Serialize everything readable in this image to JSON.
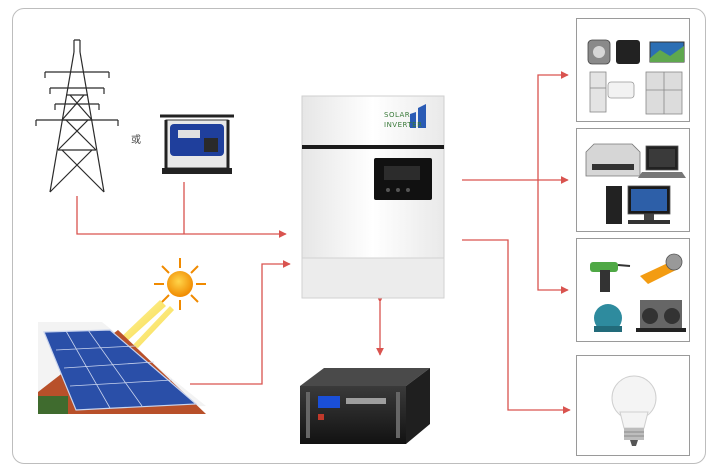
{
  "labels": {
    "or_char": "或",
    "brand_line1": "SOLAR",
    "brand_line2": "INVERTER"
  },
  "colors": {
    "connector": "#d9534f",
    "frame": "#bdbdbd",
    "load_border": "#9a9a9a",
    "inverter_body": "#f2f2f2",
    "panel_blue": "#2a4fa8",
    "roof": "#b8502a",
    "sun": "#f5a00f"
  },
  "icons": {
    "grid": "power-transmission-tower-icon",
    "generator": "generator-icon",
    "solar": "solar-panel-icon",
    "sun": "sun-icon",
    "inverter": "solar-inverter-icon",
    "battery": "battery-pack-icon",
    "loads": [
      "home-appliances-icon",
      "office-equipment-icon",
      "power-tools-icon",
      "light-bulb-icon"
    ]
  }
}
